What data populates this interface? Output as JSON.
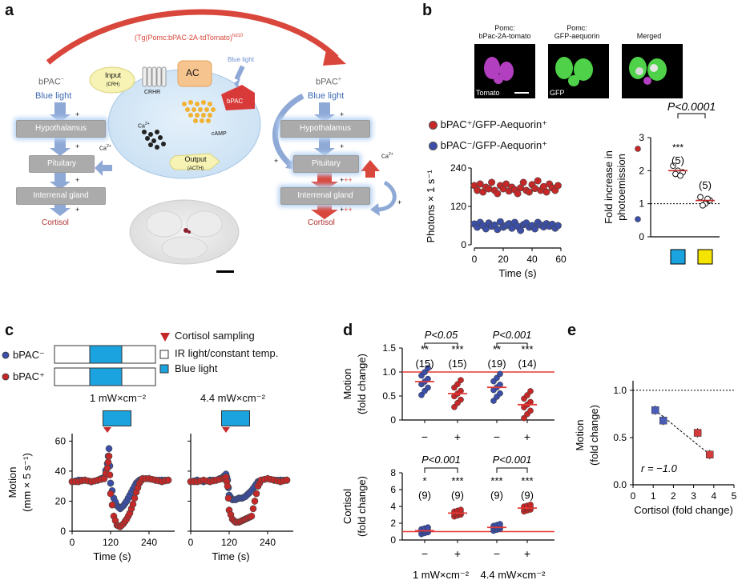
{
  "panels": {
    "a": "a",
    "b": "b",
    "c": "c",
    "d": "d",
    "e": "e"
  },
  "panel_a": {
    "construct": "(Tg(Pomc:bPAC-2A-tdTomato)",
    "construct_sup": "hd10",
    "left_title": "bPAC",
    "left_title_sup": "−",
    "right_title": "bPAC",
    "right_title_sup": "+",
    "blue_light": "Blue light",
    "hypothalamus": "Hypothalamus",
    "pituitary": "Pituitary",
    "interrenal": "Interrenal gland",
    "cortisol": "Cortisol",
    "plus": "+",
    "plusplus": "++",
    "ca": "Ca",
    "ca_sup": "2+",
    "input": "Input",
    "input_sub": "(CRH)",
    "crhr": "CRHR",
    "ac": "AC",
    "bpac": "bPAC",
    "camp": "cAMP",
    "output": "Output",
    "output_sub": "(ACTH)",
    "blue_light_cell": "Blue light"
  },
  "panel_b": {
    "micro_titles": [
      "Pomc:\nbPac-2A-tomato",
      "Pomc:\nGFP-aequorin",
      "Merged"
    ],
    "micro_title_lines": [
      [
        "Pomc:",
        "bPac-2A-tomato"
      ],
      [
        "Pomc:",
        "GFP-aequorin"
      ],
      [
        "Merged"
      ]
    ],
    "micro_labels": [
      "Tomato",
      "GFP",
      ""
    ],
    "legend_pos": "bPAC⁺/GFP-Aequorin⁺",
    "legend_neg": "bPAC⁻/GFP-Aequorin⁺",
    "pvalue": "P<0.0001",
    "stars": "***",
    "n_pos": "(5)",
    "n_neg": "(5)",
    "colors": {
      "red": "#c62828",
      "blue": "#3b4fa8",
      "cyan": "#1ba3e0",
      "yellow": "#f5e400"
    }
  },
  "chart_data": [
    {
      "type": "scatter",
      "panel": "b",
      "xlabel": "Time (s)",
      "ylabel": "Photons × 1 s⁻¹",
      "xlim": [
        0,
        60
      ],
      "ylim": [
        0,
        240
      ],
      "xticks": [
        0,
        20,
        40,
        60
      ],
      "yticks": [
        0,
        120,
        240
      ],
      "series": [
        {
          "name": "bPAC⁺/GFP-Aequorin⁺",
          "color": "#c62828",
          "x": [
            0,
            2,
            4,
            6,
            8,
            10,
            12,
            14,
            16,
            18,
            20,
            22,
            24,
            26,
            28,
            30,
            32,
            34,
            36,
            38,
            40,
            42,
            44,
            46,
            48,
            50,
            52,
            54,
            56,
            58
          ],
          "y": [
            185,
            170,
            190,
            165,
            180,
            175,
            195,
            170,
            160,
            185,
            175,
            190,
            168,
            180,
            172,
            160,
            178,
            195,
            170,
            165,
            188,
            176,
            200,
            170,
            182,
            165,
            190,
            178,
            170,
            185
          ]
        },
        {
          "name": "bPAC⁻/GFP-Aequorin⁺",
          "color": "#3b4fa8",
          "x": [
            0,
            2,
            4,
            6,
            8,
            10,
            12,
            14,
            16,
            18,
            20,
            22,
            24,
            26,
            28,
            30,
            32,
            34,
            36,
            38,
            40,
            42,
            44,
            46,
            48,
            50,
            52,
            54,
            56,
            58
          ],
          "y": [
            65,
            55,
            70,
            60,
            50,
            68,
            58,
            62,
            48,
            72,
            55,
            60,
            66,
            52,
            70,
            58,
            45,
            63,
            68,
            55,
            60,
            50,
            70,
            62,
            56,
            66,
            58,
            64,
            52,
            60
          ]
        }
      ]
    },
    {
      "type": "scatter",
      "panel": "b",
      "ylabel": "Fold increase in photoemission",
      "ylim": [
        0,
        3
      ],
      "yticks": [
        0,
        1,
        2,
        3
      ],
      "categories": [
        "blue-box",
        "yellow-box"
      ],
      "means": [
        2.0,
        1.1
      ],
      "points": [
        [
          2.15,
          2.0,
          1.95,
          1.9,
          1.85
        ],
        [
          1.2,
          1.0,
          1.1,
          0.95,
          1.15
        ]
      ],
      "reference_line": 1
    },
    {
      "type": "line",
      "panel": "c",
      "ylabel": "Motion (mm × 5 s⁻¹)",
      "xlabel": "Time (s)",
      "xticks": [
        0,
        120,
        240
      ],
      "yticks": [
        0,
        20,
        40,
        60
      ],
      "ylim": [
        0,
        65
      ],
      "xlim": [
        0,
        320
      ],
      "subplots": [
        {
          "title": "1 mW×cm⁻²",
          "series": [
            {
              "name": "bPAC⁻",
              "color": "#3b4fa8",
              "x": [
                0,
                20,
                40,
                60,
                80,
                100,
                110,
                115,
                120,
                130,
                140,
                150,
                160,
                170,
                180,
                190,
                200,
                210,
                220,
                240,
                260,
                280,
                300
              ],
              "y": [
                33,
                34,
                34,
                33,
                34,
                36,
                45,
                55,
                32,
                22,
                17,
                15,
                17,
                20,
                24,
                28,
                32,
                34,
                35,
                35,
                34,
                34,
                34
              ]
            },
            {
              "name": "bPAC⁺",
              "color": "#c62828",
              "x": [
                0,
                20,
                40,
                60,
                80,
                100,
                110,
                115,
                120,
                130,
                140,
                150,
                160,
                170,
                180,
                190,
                200,
                210,
                220,
                240,
                260,
                280,
                300
              ],
              "y": [
                33,
                33,
                34,
                33,
                34,
                35,
                42,
                50,
                25,
                10,
                4,
                3,
                5,
                8,
                12,
                18,
                26,
                32,
                35,
                35,
                34,
                33,
                34
              ]
            }
          ]
        },
        {
          "title": "4.4 mW×cm⁻²",
          "series": [
            {
              "name": "bPAC⁻",
              "color": "#3b4fa8",
              "x": [
                0,
                20,
                40,
                60,
                80,
                100,
                110,
                115,
                120,
                130,
                140,
                150,
                160,
                170,
                180,
                190,
                200,
                210,
                220,
                240,
                260,
                280,
                300
              ],
              "y": [
                33,
                34,
                33,
                34,
                34,
                36,
                38,
                34,
                24,
                21,
                21,
                22,
                22,
                23,
                25,
                27,
                30,
                33,
                34,
                35,
                34,
                34,
                34
              ]
            },
            {
              "name": "bPAC⁺",
              "color": "#c62828",
              "x": [
                0,
                20,
                40,
                60,
                80,
                100,
                110,
                115,
                120,
                130,
                140,
                150,
                160,
                170,
                180,
                190,
                200,
                210,
                220,
                240,
                260,
                280,
                300
              ],
              "y": [
                33,
                33,
                34,
                33,
                34,
                35,
                36,
                30,
                14,
                8,
                6,
                6,
                7,
                8,
                9,
                10,
                20,
                30,
                34,
                35,
                34,
                33,
                34
              ]
            }
          ]
        }
      ]
    },
    {
      "type": "scatter",
      "panel": "d",
      "subplots": [
        {
          "ylabel": "Motion (fold change)",
          "ylim": [
            0,
            1.5
          ],
          "yticks": [
            0,
            0.5,
            1.0,
            1.5
          ],
          "yticklabels": [
            "0",
            "0.5",
            "1.0",
            "1.5"
          ],
          "reference_line": 1.0,
          "groups": [
            {
              "label": "−",
              "color": "#3b4fa8",
              "mean": 0.8,
              "stars": "**",
              "n": "(15)"
            },
            {
              "label": "+",
              "color": "#c62828",
              "mean": 0.55,
              "stars": "***",
              "n": "(15)"
            },
            {
              "label": "−",
              "color": "#3b4fa8",
              "mean": 0.68,
              "stars": "**",
              "n": "(19)"
            },
            {
              "label": "+",
              "color": "#c62828",
              "mean": 0.32,
              "stars": "***",
              "n": "(14)"
            }
          ],
          "pvalues": [
            "P<0.05",
            "P<0.001"
          ]
        },
        {
          "ylabel": "Cortisol (fold change)",
          "ylim": [
            0,
            8
          ],
          "yticks": [
            0,
            2,
            4,
            6,
            8
          ],
          "yticklabels": [
            "0",
            "2",
            "4",
            "6",
            "8"
          ],
          "reference_line": 1.0,
          "groups": [
            {
              "label": "−",
              "color": "#3b4fa8",
              "mean": 1.1,
              "stars": "*",
              "n": "(9)"
            },
            {
              "label": "+",
              "color": "#c62828",
              "mean": 3.2,
              "stars": "***",
              "n": "(9)"
            },
            {
              "label": "−",
              "color": "#3b4fa8",
              "mean": 1.5,
              "stars": "***",
              "n": "(9)"
            },
            {
              "label": "+",
              "color": "#c62828",
              "mean": 3.8,
              "stars": "***",
              "n": "(9)"
            }
          ],
          "pvalues": [
            "P<0.001",
            "P<0.001"
          ]
        }
      ],
      "xgroups": [
        "1 mW×cm⁻²",
        "4.4 mW×cm⁻²"
      ]
    },
    {
      "type": "scatter",
      "panel": "e",
      "xlabel": "Cortisol (fold change)",
      "ylabel": "Motion (fold change)",
      "xlim": [
        0,
        5
      ],
      "ylim": [
        0,
        1.05
      ],
      "xticks": [
        0,
        1,
        2,
        3,
        4,
        5
      ],
      "yticks": [
        0,
        0.5,
        1.0
      ],
      "yticklabels": [
        "0.0",
        "0.5",
        "1.0"
      ],
      "reference_line": 1.0,
      "annotation": "r = −1.0",
      "points": [
        {
          "x": 1.1,
          "y": 0.79,
          "color": "#4a5bb8"
        },
        {
          "x": 1.5,
          "y": 0.68,
          "color": "#4a5bb8"
        },
        {
          "x": 3.2,
          "y": 0.55,
          "color": "#d43a3a"
        },
        {
          "x": 3.8,
          "y": 0.32,
          "color": "#d43a3a"
        }
      ]
    }
  ],
  "panel_c": {
    "cortisol_sampling": "Cortisol sampling",
    "ir_light": "IR light/constant temp.",
    "blue_light": "Blue light",
    "bpac_neg": "bPAC⁻",
    "bpac_pos": "bPAC⁺",
    "title1": "1 mW×cm⁻²",
    "title2": "4.4 mW×cm⁻²",
    "ylabel1": "Motion",
    "ylabel2": "(mm × 5 s⁻¹)",
    "xlabel": "Time (s)"
  },
  "panel_d": {
    "ylabel_motion_1": "Motion",
    "ylabel_motion_2": "(fold change)",
    "ylabel_cort_1": "Cortisol",
    "ylabel_cort_2": "(fold change)",
    "xgroup1": "1 mW×cm⁻²",
    "xgroup2": "4.4 mW×cm⁻²"
  },
  "panel_e": {
    "ylabel_1": "Motion",
    "ylabel_2": "(fold change)",
    "xlabel": "Cortisol (fold change)",
    "annotation": "r = −1.0"
  },
  "axis_labels_b": {
    "ylabel1": "Fold increase in",
    "ylabel2": "photoemission"
  }
}
